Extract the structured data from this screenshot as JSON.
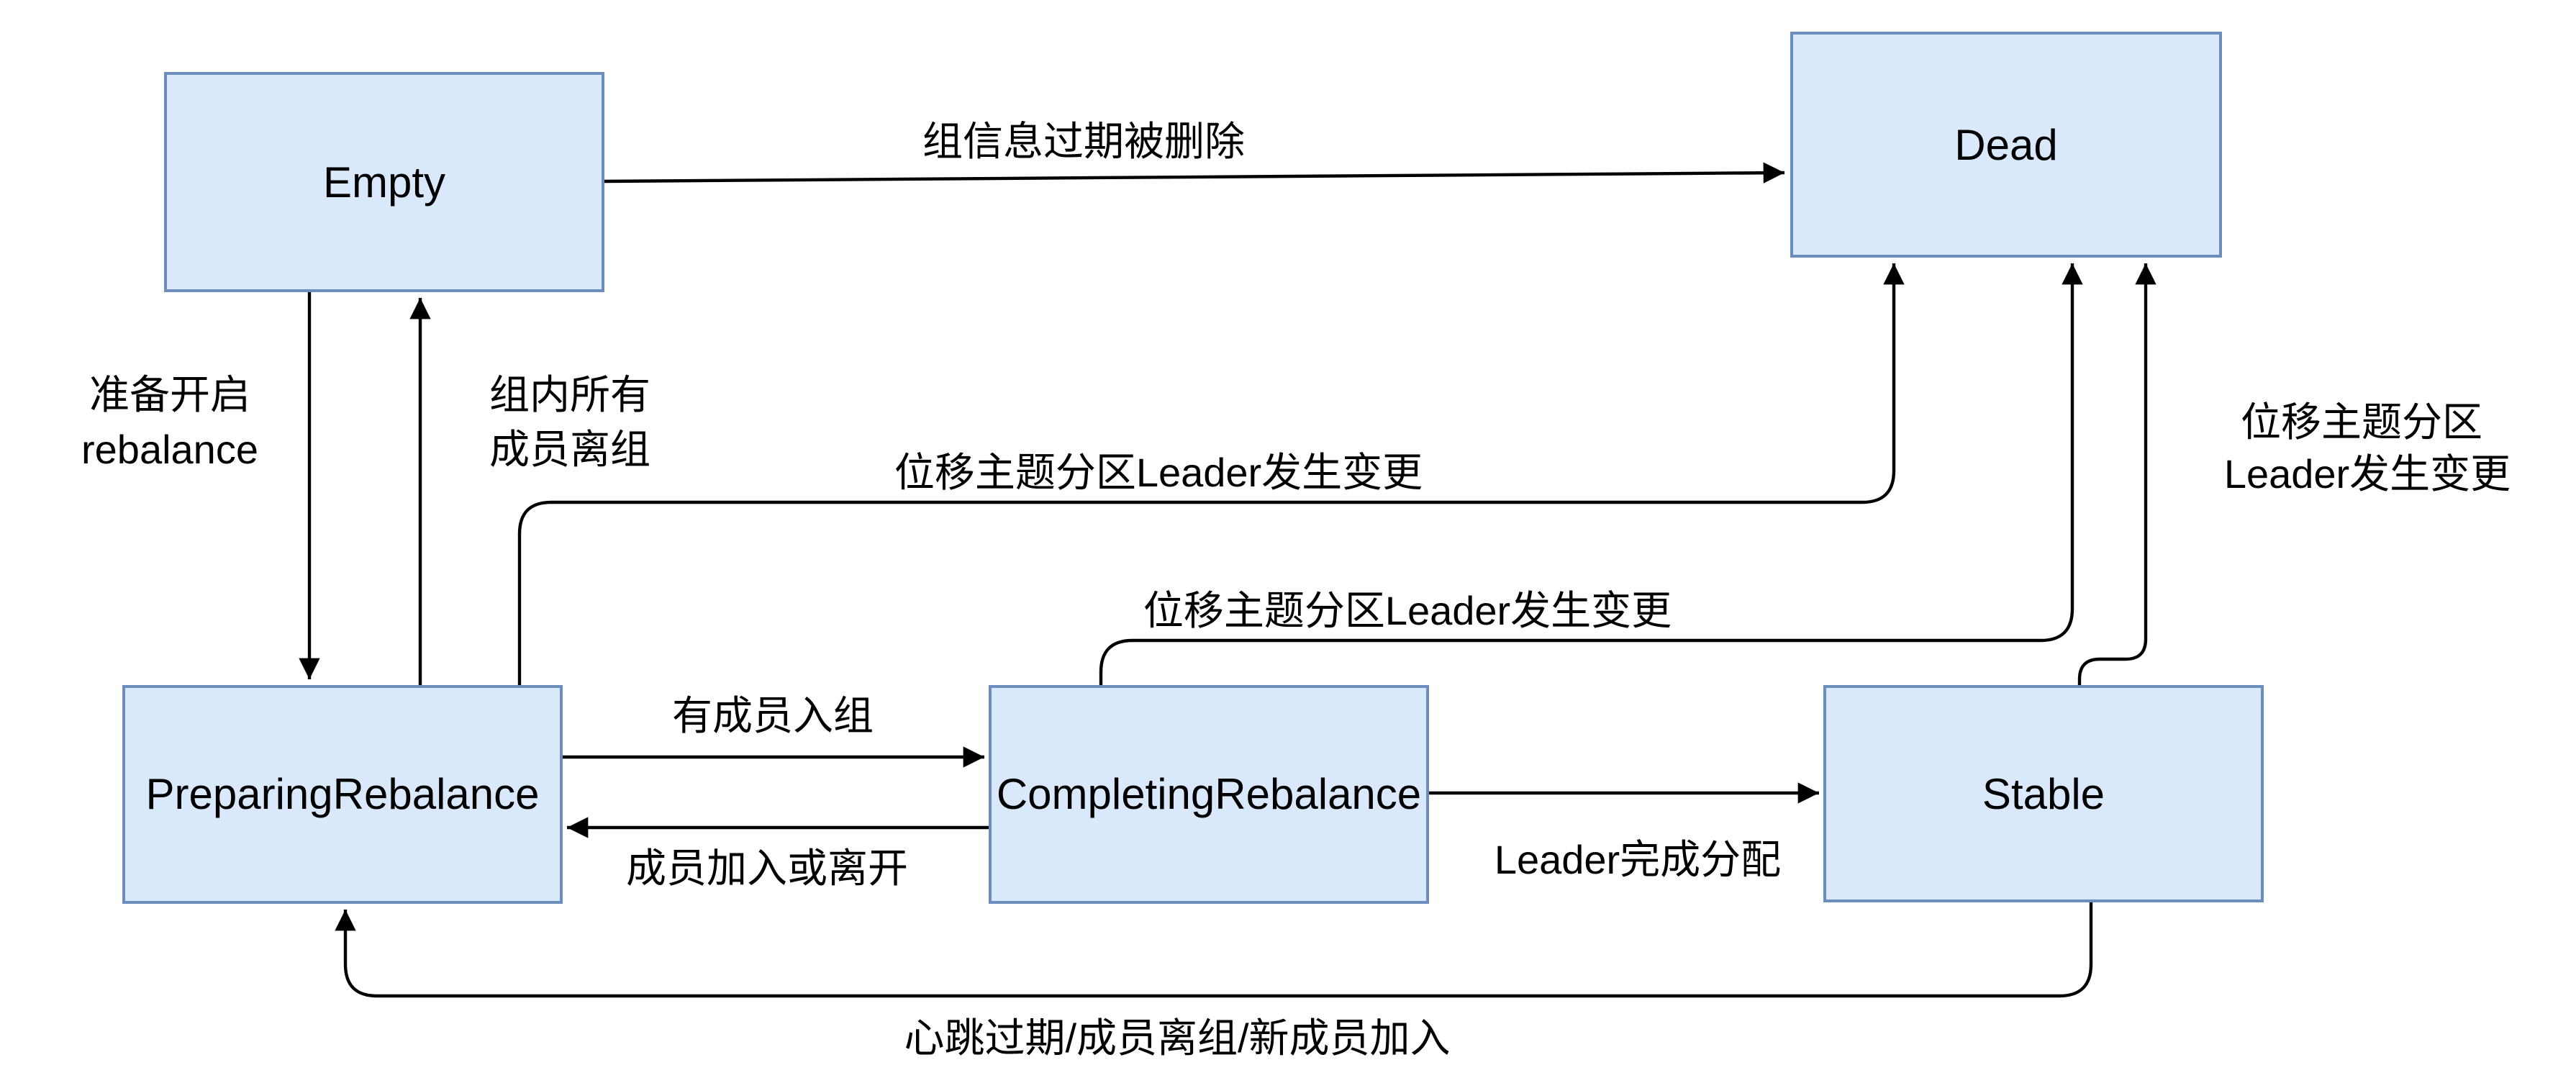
{
  "diagram": {
    "type": "state-machine",
    "colors": {
      "node_fill": "#dae8fc",
      "node_stroke": "#6c8ebf",
      "edge_color": "#000000",
      "text_color": "#000000",
      "background": "#ffffff"
    },
    "states": [
      {
        "id": "empty",
        "label": "Empty"
      },
      {
        "id": "dead",
        "label": "Dead"
      },
      {
        "id": "preparing-rebalance",
        "label": "PreparingRebalance"
      },
      {
        "id": "completing-rebalance",
        "label": "CompletingRebalance"
      },
      {
        "id": "stable",
        "label": "Stable"
      }
    ],
    "edges": {
      "empty_to_dead": {
        "label": "组信息过期被删除"
      },
      "empty_to_preparing": {
        "label_line1": "准备开启",
        "label_line2": "rebalance"
      },
      "preparing_to_empty": {
        "label_line1": "组内所有",
        "label_line2": "成员离组"
      },
      "preparing_to_dead": {
        "label": "位移主题分区Leader发生变更"
      },
      "completing_to_dead": {
        "label": "位移主题分区Leader发生变更"
      },
      "stable_to_dead": {
        "label_line1": "位移主题分区",
        "label_line2": "Leader发生变更"
      },
      "preparing_to_completing": {
        "label": "有成员入组"
      },
      "completing_to_preparing": {
        "label": "成员加入或离开"
      },
      "completing_to_stable": {
        "label": "Leader完成分配"
      },
      "stable_to_preparing": {
        "label": "心跳过期/成员离组/新成员加入"
      }
    }
  }
}
